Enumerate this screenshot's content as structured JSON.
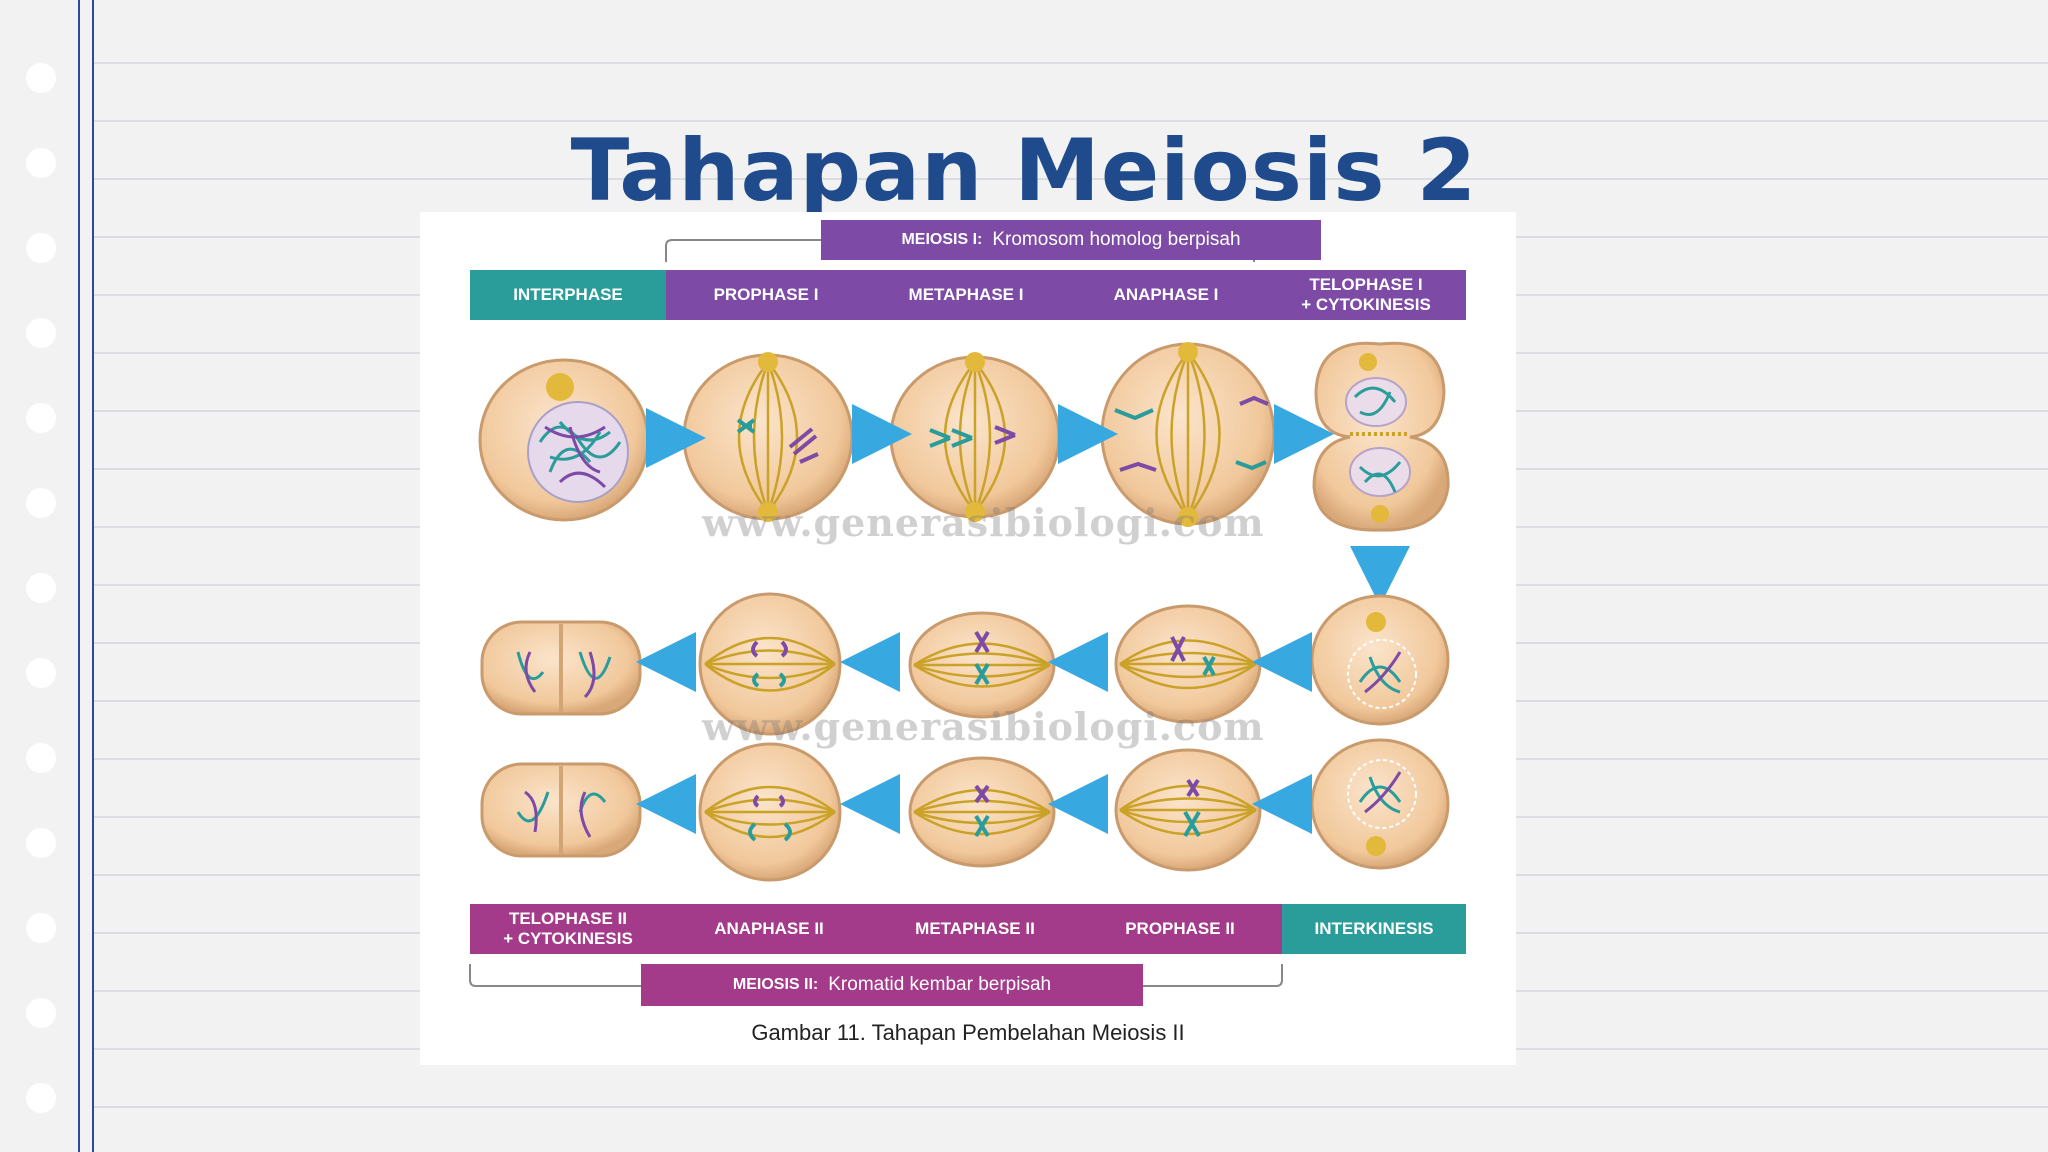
{
  "slide": {
    "title": "Tahapan Meiosis 2"
  },
  "figure": {
    "meiosis1_banner": {
      "prefix": "MEIOSIS I:",
      "text": "Kromosom homolog berpisah"
    },
    "meiosis2_banner": {
      "prefix": "MEIOSIS II:",
      "text": "Kromatid kembar berpisah"
    },
    "top_phases": [
      "INTERPHASE",
      "PROPHASE I",
      "METAPHASE I",
      "ANAPHASE I",
      "TELOPHASE I\n+ CYTOKINESIS"
    ],
    "bottom_phases": [
      "TELOPHASE II\n+ CYTOKINESIS",
      "ANAPHASE II",
      "METAPHASE II",
      "PROPHASE II",
      "INTERKINESIS"
    ],
    "watermark": "www.generasibiologi.com",
    "caption": "Gambar 11. Tahapan Pembelahan Meiosis II"
  },
  "colors": {
    "title": "#1f4b8c",
    "teal": "#2a9d9b",
    "purple": "#7d4aa6",
    "magenta": "#a43a8a",
    "arrow": "#37a8e0",
    "cell": "#f3cfa6",
    "spindle": "#c9a227"
  }
}
